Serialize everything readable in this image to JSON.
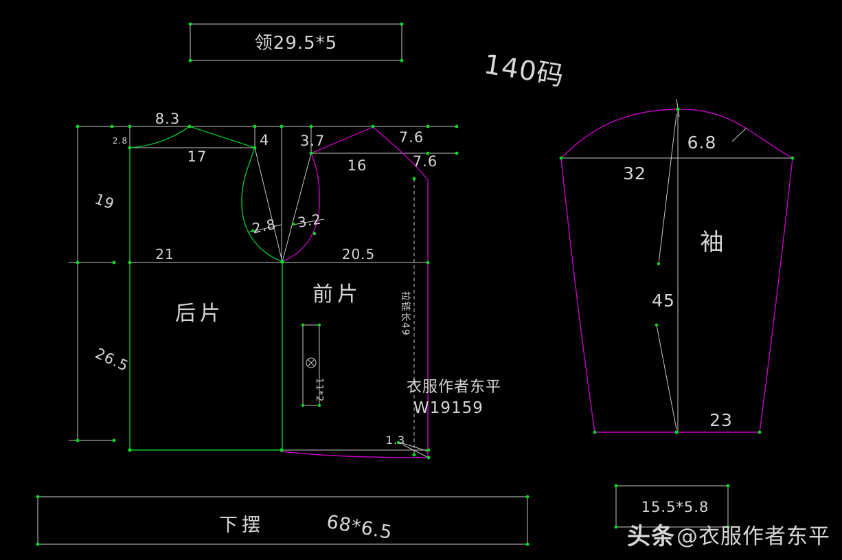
{
  "size_label": "140码",
  "collar": {
    "label": "领29.5*5"
  },
  "hem": {
    "label": "下摆",
    "size": "68*6.5"
  },
  "cuff_band": {
    "size": "15.5*5.8"
  },
  "pieces": {
    "back": "后片",
    "front": "前片",
    "sleeve": "袖"
  },
  "annotations": {
    "zipper_length": "拉链长49",
    "author": "衣服作者东平",
    "author_id": "W19159",
    "pocket_size": "11*2"
  },
  "watermark": {
    "brand": "头条",
    "handle": "@衣服作者东平"
  },
  "dims": {
    "back_neck_width": "8.3",
    "back_neck_drop": "2.8",
    "back_shoulder_len": "17",
    "back_shoulder_drop": "4",
    "front_shoulder_drop": "3.7",
    "front_shoulder_len": "16",
    "front_neck_upper": "7.6",
    "front_neck_lower": "7.6",
    "armhole_depth": "19",
    "back_armhole_inset": "2.8",
    "front_armhole_inset": "3.2",
    "back_chest": "21",
    "front_chest": "20.5",
    "side_length": "26.5",
    "hem_dip": "1.3",
    "sleeve_cap_height": "6.8",
    "sleeve_width": "32",
    "sleeve_length": "45",
    "cuff_width": "23"
  },
  "colors": {
    "bg": "#000000",
    "green": "#00c432",
    "magenta": "#c400c4",
    "line": "#c9c9c9",
    "grip": "#00e020"
  }
}
